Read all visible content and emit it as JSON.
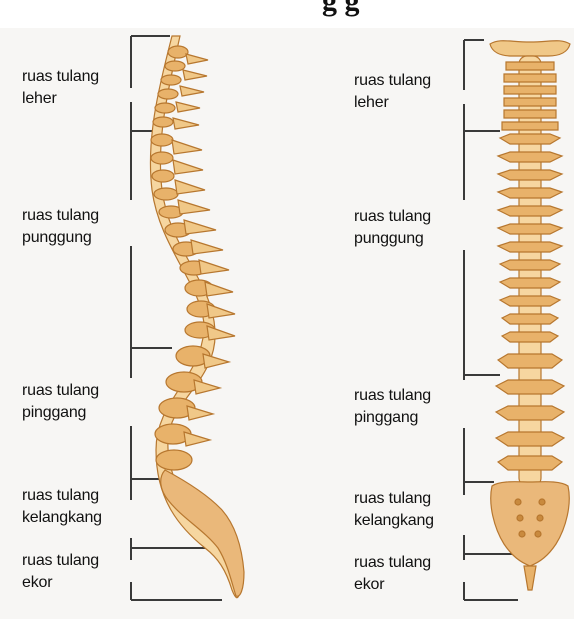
{
  "header": {
    "partial_title": "g  g"
  },
  "left_view": {
    "labels": [
      {
        "line1": "ruas tulang",
        "line2": "leher"
      },
      {
        "line1": "ruas tulang",
        "line2": "punggung"
      },
      {
        "line1": "ruas tulang",
        "line2": "pinggang"
      },
      {
        "line1": "ruas tulang",
        "line2": "kelangkang"
      },
      {
        "line1": "ruas tulang",
        "line2": "ekor"
      }
    ]
  },
  "right_view": {
    "labels": [
      {
        "line1": "ruas tulang",
        "line2": "leher"
      },
      {
        "line1": "ruas tulang",
        "line2": "punggung"
      },
      {
        "line1": "ruas tulang",
        "line2": "pinggang"
      },
      {
        "line1": "ruas tulang",
        "line2": "kelangkang"
      },
      {
        "line1": "ruas tulang",
        "line2": "ekor"
      }
    ]
  },
  "colors": {
    "bone_light": "#f6d6a0",
    "bone_mid": "#e8b26a",
    "bone_dark": "#c98a3e",
    "bracket": "#3a3a3a"
  }
}
